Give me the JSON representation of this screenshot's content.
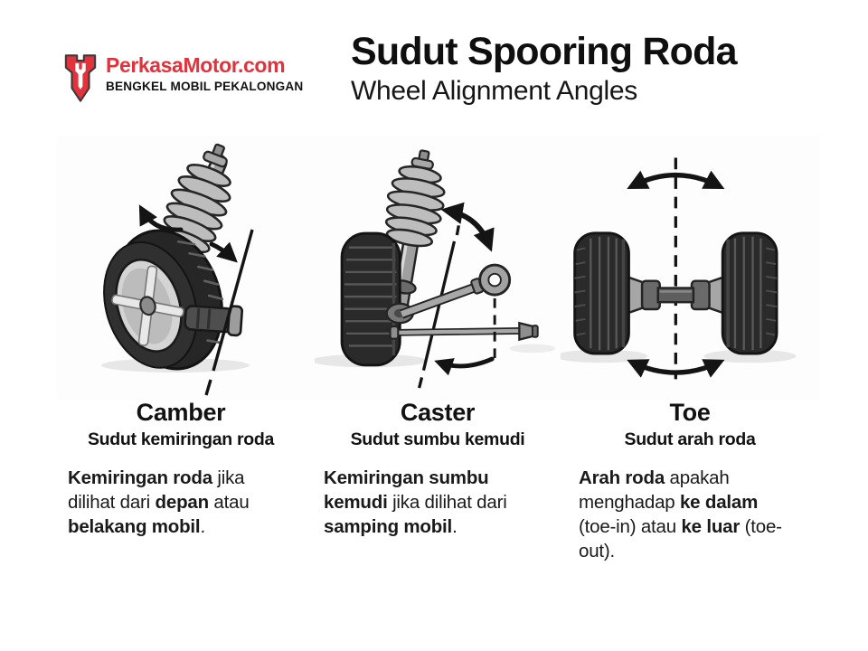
{
  "theme": {
    "brand-red": "#e2323c",
    "ink": "#141414",
    "tire": "#2a2a2a",
    "metal": "#a8a8a8",
    "shadow": "#e7e7e7",
    "background": "#ffffff"
  },
  "logo": {
    "icon": "wrench-pennant-icon",
    "site_name": "PerkasaMotor.com",
    "tagline": "BENGKEL MOBIL PEKALONGAN"
  },
  "header": {
    "title": "Sudut Spooring Roda",
    "subtitle": "Wheel Alignment Angles"
  },
  "sections": [
    {
      "heading": "Camber",
      "subheading": "Sudut kemiringan roda",
      "illustration": "camber-tilted-wheel-with-strut-diagram",
      "body": [
        {
          "text": "Kemiringan roda",
          "bold": true
        },
        {
          "text": " jika dilihat dari ",
          "bold": false
        },
        {
          "text": "depan",
          "bold": true
        },
        {
          "text": " atau ",
          "bold": false
        },
        {
          "text": "belakang mobil",
          "bold": true
        },
        {
          "text": ".",
          "bold": false
        }
      ]
    },
    {
      "heading": "Caster",
      "subheading": "Sudut sumbu kemudi",
      "illustration": "caster-steering-axis-side-view-diagram",
      "body": [
        {
          "text": "Kemiringan sumbu kemudi",
          "bold": true
        },
        {
          "text": " jika dilihat dari ",
          "bold": false
        },
        {
          "text": "samping mobil",
          "bold": true
        },
        {
          "text": ".",
          "bold": false
        }
      ]
    },
    {
      "heading": "Toe",
      "subheading": "Sudut arah roda",
      "illustration": "toe-wheel-pair-top-view-diagram",
      "body": [
        {
          "text": "Arah roda",
          "bold": true
        },
        {
          "text": " apakah menghadap ",
          "bold": false
        },
        {
          "text": "ke dalam",
          "bold": true
        },
        {
          "text": " (toe-in) atau ",
          "bold": false
        },
        {
          "text": "ke luar",
          "bold": true
        },
        {
          "text": " (toe-out).",
          "bold": false
        }
      ]
    }
  ]
}
